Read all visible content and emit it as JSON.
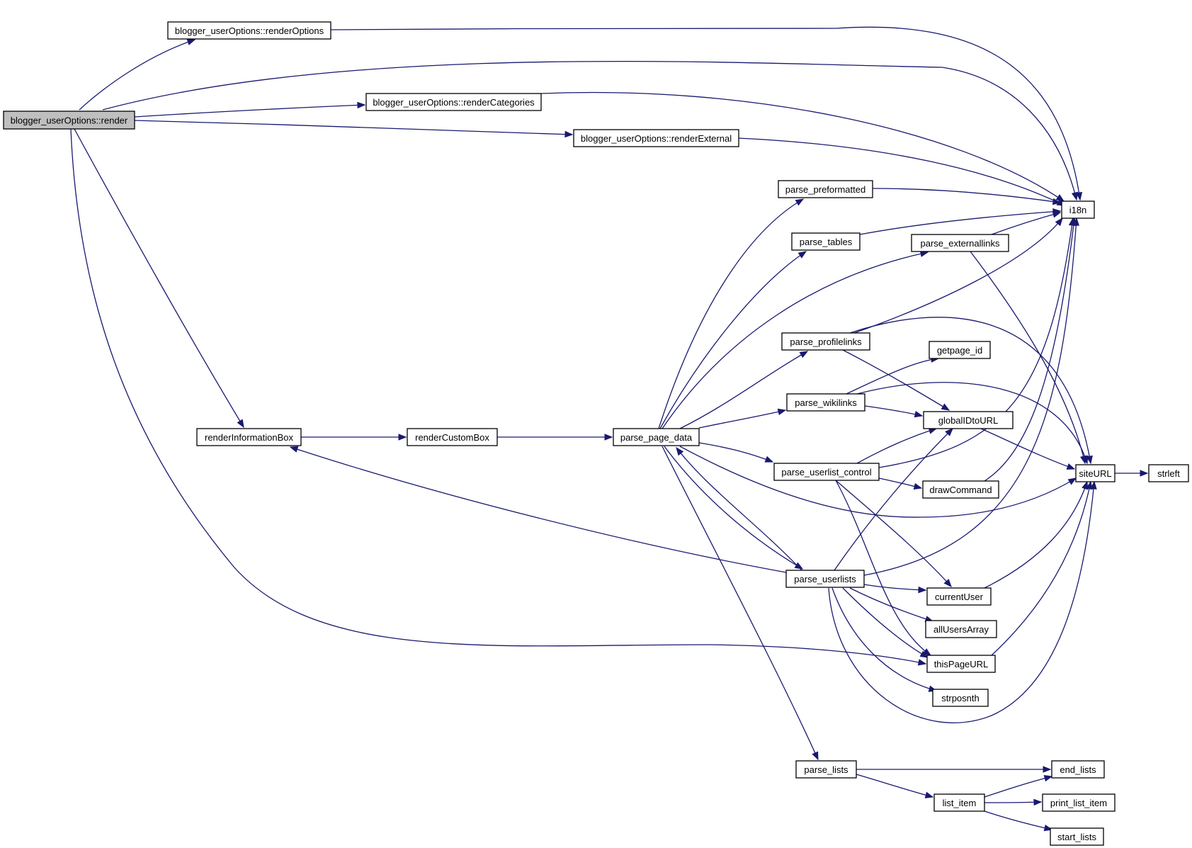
{
  "diagram": {
    "colors": {
      "edge": "#191970",
      "root_fill": "#bfbfbf",
      "node_fill": "#ffffff"
    },
    "nodes": {
      "render": "blogger_userOptions::render",
      "renderOptions": "blogger_userOptions::renderOptions",
      "renderCategories": "blogger_userOptions::renderCategories",
      "renderExternal": "blogger_userOptions::renderExternal",
      "renderInformationBox": "renderInformationBox",
      "renderCustomBox": "renderCustomBox",
      "parse_page_data": "parse_page_data",
      "parse_preformatted": "parse_preformatted",
      "parse_tables": "parse_tables",
      "parse_externallinks": "parse_externallinks",
      "parse_profilelinks": "parse_profilelinks",
      "getpage_id": "getpage_id",
      "parse_wikilinks": "parse_wikilinks",
      "globalIDtoURL": "globalIDtoURL",
      "parse_userlist_control": "parse_userlist_control",
      "drawCommand": "drawCommand",
      "parse_userlists": "parse_userlists",
      "currentUser": "currentUser",
      "allUsersArray": "allUsersArray",
      "thisPageURL": "thisPageURL",
      "strposnth": "strposnth",
      "i18n": "i18n",
      "siteURL": "siteURL",
      "strleft": "strleft",
      "parse_lists": "parse_lists",
      "end_lists": "end_lists",
      "list_item": "list_item",
      "print_list_item": "print_list_item",
      "start_lists": "start_lists"
    },
    "edges": [
      [
        "render",
        "renderOptions"
      ],
      [
        "render",
        "i18n"
      ],
      [
        "render",
        "renderCategories"
      ],
      [
        "render",
        "renderExternal"
      ],
      [
        "render",
        "renderInformationBox"
      ],
      [
        "render",
        "thisPageURL"
      ],
      [
        "renderOptions",
        "i18n"
      ],
      [
        "renderCategories",
        "i18n"
      ],
      [
        "renderExternal",
        "i18n"
      ],
      [
        "renderInformationBox",
        "renderCustomBox"
      ],
      [
        "renderCustomBox",
        "parse_page_data"
      ],
      [
        "parse_page_data",
        "parse_preformatted"
      ],
      [
        "parse_page_data",
        "parse_tables"
      ],
      [
        "parse_page_data",
        "parse_externallinks"
      ],
      [
        "parse_page_data",
        "parse_profilelinks"
      ],
      [
        "parse_page_data",
        "parse_wikilinks"
      ],
      [
        "parse_page_data",
        "parse_userlist_control"
      ],
      [
        "parse_page_data",
        "siteURL"
      ],
      [
        "parse_page_data",
        "parse_userlists"
      ],
      [
        "parse_page_data",
        "parse_lists"
      ],
      [
        "parse_preformatted",
        "i18n"
      ],
      [
        "parse_tables",
        "i18n"
      ],
      [
        "parse_externallinks",
        "i18n"
      ],
      [
        "parse_externallinks",
        "siteURL"
      ],
      [
        "parse_profilelinks",
        "i18n"
      ],
      [
        "parse_profilelinks",
        "siteURL"
      ],
      [
        "parse_profilelinks",
        "globalIDtoURL"
      ],
      [
        "parse_wikilinks",
        "getpage_id"
      ],
      [
        "parse_wikilinks",
        "globalIDtoURL"
      ],
      [
        "parse_wikilinks",
        "siteURL"
      ],
      [
        "globalIDtoURL",
        "siteURL"
      ],
      [
        "parse_userlist_control",
        "globalIDtoURL"
      ],
      [
        "parse_userlist_control",
        "i18n"
      ],
      [
        "parse_userlist_control",
        "drawCommand"
      ],
      [
        "parse_userlist_control",
        "currentUser"
      ],
      [
        "parse_userlist_control",
        "thisPageURL"
      ],
      [
        "drawCommand",
        "i18n"
      ],
      [
        "parse_userlists",
        "parse_page_data"
      ],
      [
        "parse_userlists",
        "renderInformationBox"
      ],
      [
        "parse_userlists",
        "globalIDtoURL"
      ],
      [
        "parse_userlists",
        "i18n"
      ],
      [
        "parse_userlists",
        "currentUser"
      ],
      [
        "parse_userlists",
        "allUsersArray"
      ],
      [
        "parse_userlists",
        "thisPageURL"
      ],
      [
        "parse_userlists",
        "strposnth"
      ],
      [
        "parse_userlists",
        "siteURL"
      ],
      [
        "currentUser",
        "siteURL"
      ],
      [
        "thisPageURL",
        "siteURL"
      ],
      [
        "siteURL",
        "strleft"
      ],
      [
        "parse_lists",
        "end_lists"
      ],
      [
        "parse_lists",
        "list_item"
      ],
      [
        "list_item",
        "end_lists"
      ],
      [
        "list_item",
        "print_list_item"
      ],
      [
        "list_item",
        "start_lists"
      ]
    ]
  }
}
